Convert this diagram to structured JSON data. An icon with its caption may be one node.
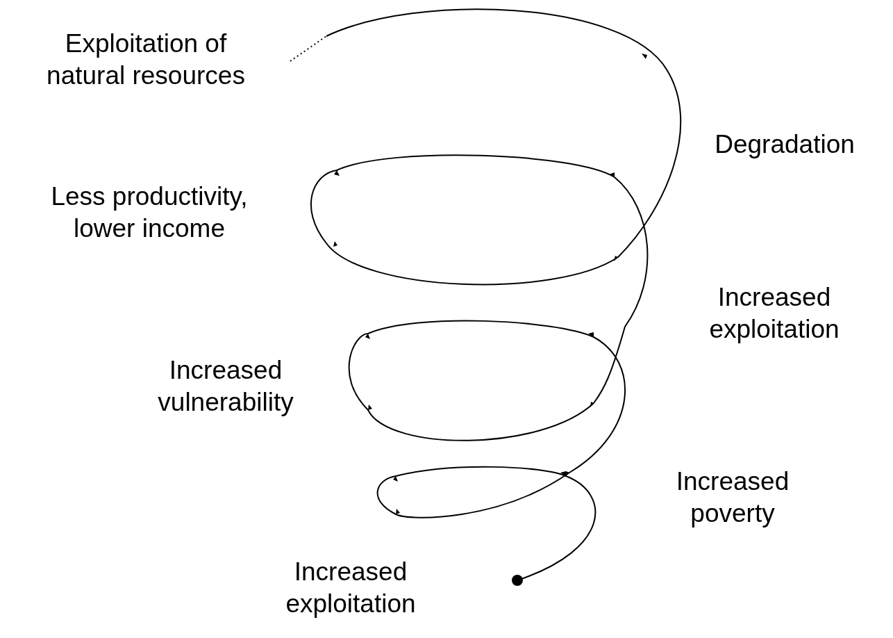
{
  "diagram": {
    "labels": [
      "Exploitation of natural resources",
      "Degradation",
      "Less productivity, lower income",
      "Increased exploitation",
      "Increased vulnerability",
      "Increased poverty",
      "Increased exploitation"
    ]
  }
}
